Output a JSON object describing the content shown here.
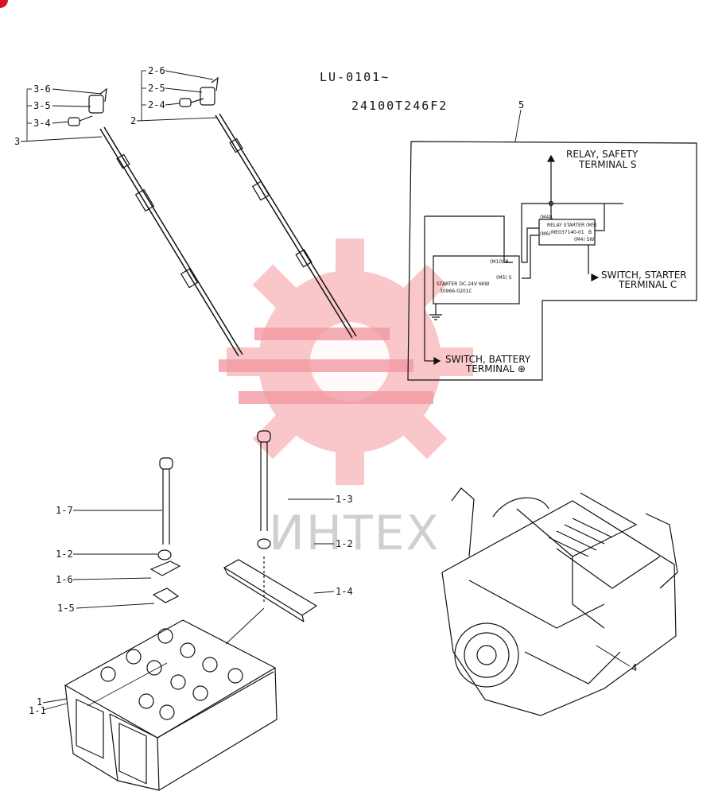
{
  "header": {
    "model_range": "LU-0101~",
    "part_number": "24100T246F2"
  },
  "watermark": {
    "text": "ИНТЕХ",
    "color": "#f3a6ad"
  },
  "callouts": {
    "c36": "3-6",
    "c35": "3-5",
    "c34": "3-4",
    "c3": "3",
    "c26": "2-6",
    "c25": "2-5",
    "c24": "2-4",
    "c2": "2",
    "c5": "5",
    "c17": "1-7",
    "c12a": "1-2",
    "c16": "1-6",
    "c15": "1-5",
    "c13": "1-3",
    "c12b": "1-2",
    "c14": "1-4",
    "c1": "1",
    "c11": "1-1",
    "c4": "4"
  },
  "schematic": {
    "relay_safety_1": "RELAY, SAFETY",
    "relay_safety_2": "TERMINAL S",
    "switch_starter_1": "SWITCH, STARTER",
    "switch_starter_2": "TERMINAL C",
    "switch_battery_1": "SWITCH, BATTERY",
    "switch_battery_2": "TERMINAL ⊕",
    "relay_starter_name": "RELAY STARTER",
    "relay_starter_num": "ME037140-01",
    "relay_m4l": "(M4)L",
    "relay_m5_top": "(M5)",
    "relay_b": "B",
    "relay_m6": "(M6)",
    "relay_m4sw": "(M4) SW",
    "starter_m10b": "(M10) B",
    "starter_m5s": "(M5) S",
    "starter_name": "STARTER DC-24V 6KW",
    "starter_num": "30966-0201C"
  }
}
